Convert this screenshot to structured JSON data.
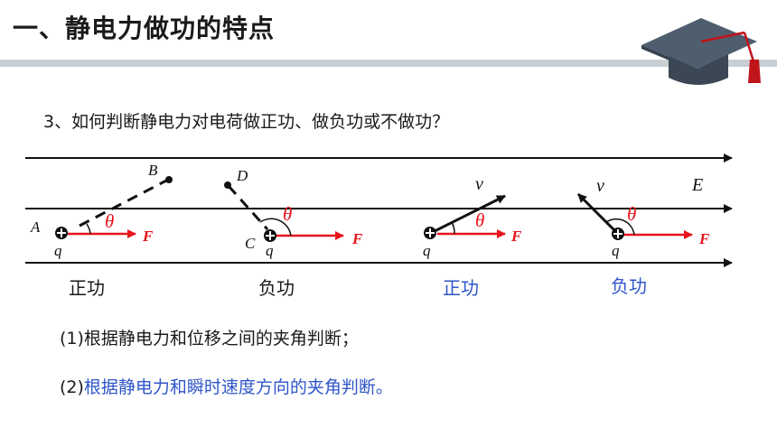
{
  "header": {
    "title": "一、静电力做功的特点"
  },
  "question": "3、如何判断静电力对电荷做正功、做负功或不做功？",
  "diagram": {
    "field_label": "E",
    "charge_label": "q",
    "force_label": "F",
    "angle_label": "θ",
    "velocity_label": "v",
    "point_a": "A",
    "point_b": "B",
    "point_c": "C",
    "point_d": "D",
    "cases": [
      {
        "caption": "正功",
        "color": "#1a1a1a"
      },
      {
        "caption": "负功",
        "color": "#1a1a1a"
      },
      {
        "caption": "正功",
        "color": "#2f56c9"
      },
      {
        "caption": "负功",
        "color": "#2f56c9"
      }
    ]
  },
  "judge": {
    "item1_prefix": "(1)",
    "item1_text": "根据静电力和位移之间的夹角判断；",
    "item2_prefix": "(2)",
    "item2_text": "根据静电力和瞬时速度方向的夹角判断。"
  },
  "colors": {
    "force": "#e8141b",
    "accent_blue": "#2f56c9",
    "title_bar": "#c9ced3"
  }
}
